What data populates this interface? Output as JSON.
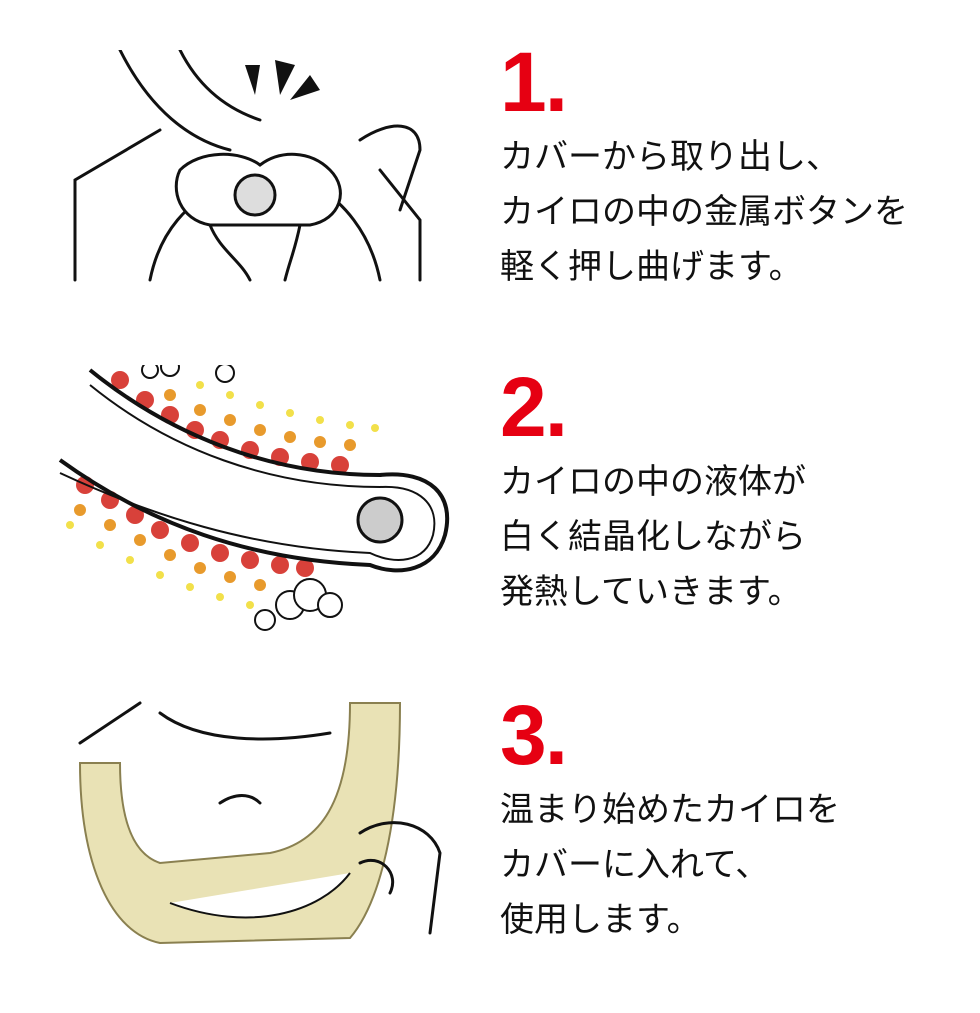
{
  "accent_color": "#e60012",
  "steps": [
    {
      "number": "1.",
      "lines": [
        "カバーから取り出し、",
        "カイロの中の金属ボタンを",
        "軽く押し曲げます。"
      ],
      "illustration": "hands-bending-metal-button"
    },
    {
      "number": "2.",
      "lines": [
        "カイロの中の液体が",
        "白く結晶化しながら",
        "発熱していきます。"
      ],
      "illustration": "heat-pack-warming"
    },
    {
      "number": "3.",
      "lines": [
        "温まり始めたカイロを",
        "カバーに入れて、",
        "使用します。"
      ],
      "illustration": "insert-into-cover"
    }
  ]
}
